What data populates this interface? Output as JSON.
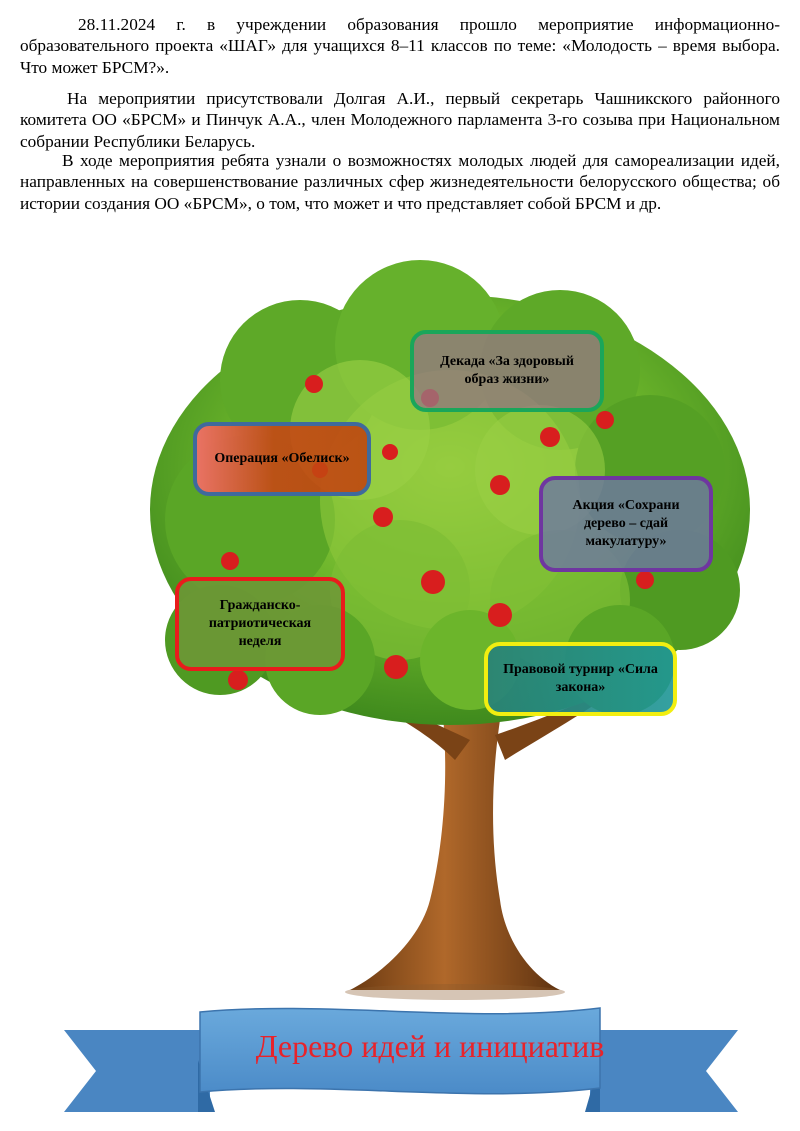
{
  "paragraphs": [
    "28.11.2024 г. в учреждении образования прошло мероприятие информационно-образовательного проекта «ШАГ» для учащихся 8–11 классов по теме: «Молодость – время выбора. Что может БРСМ?».",
    "На мероприятии присутствовали Долгая А.И., первый секретарь Чашникского районного комитета ОО «БРСМ» и Пинчук А.А., член Молодежного парламента 3-го созыва при Национальном собрании Республики Беларусь.",
    "В ходе мероприятия ребята узнали о возможностях молодых людей для самореализации идей, направленных на совершенствование различных сфер жизнедеятельности белорусского общества; об истории создания ОО «БРСМ», о том, что может и что представляет собой БРСМ и др."
  ],
  "boxes": {
    "decade": "Декада «За здоровый образ жизни»",
    "obelisk": "Операция «Обелиск»",
    "save_tree": "Акция «Сохрани дерево – сдай макулатуру»",
    "patriotic": "Гражданско-патриотическая неделя",
    "law": "Правовой турнир «Сила закона»"
  },
  "banner": {
    "title": "Дерево идей и инициатив"
  }
}
